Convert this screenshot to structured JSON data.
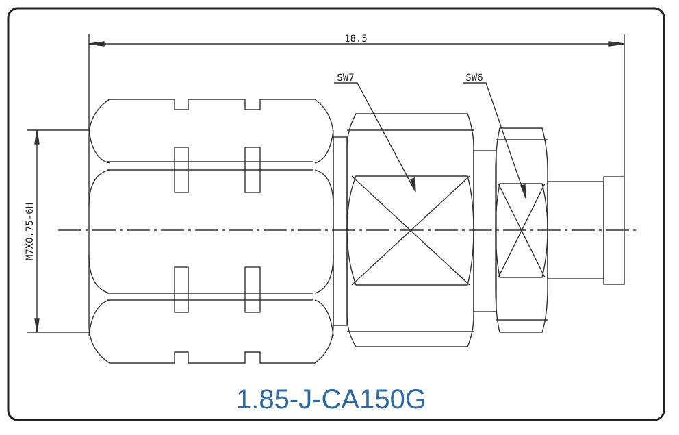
{
  "drawing": {
    "overall_length": "18.5",
    "thread_spec": "M7X0.75-6H",
    "wrench_flat_1": "SW7",
    "wrench_flat_2": "SW6",
    "part_number": "1.85-J-CA150G"
  },
  "colors": {
    "line": "#333333",
    "frame": "#222222",
    "caption": "#2e6aa8"
  }
}
